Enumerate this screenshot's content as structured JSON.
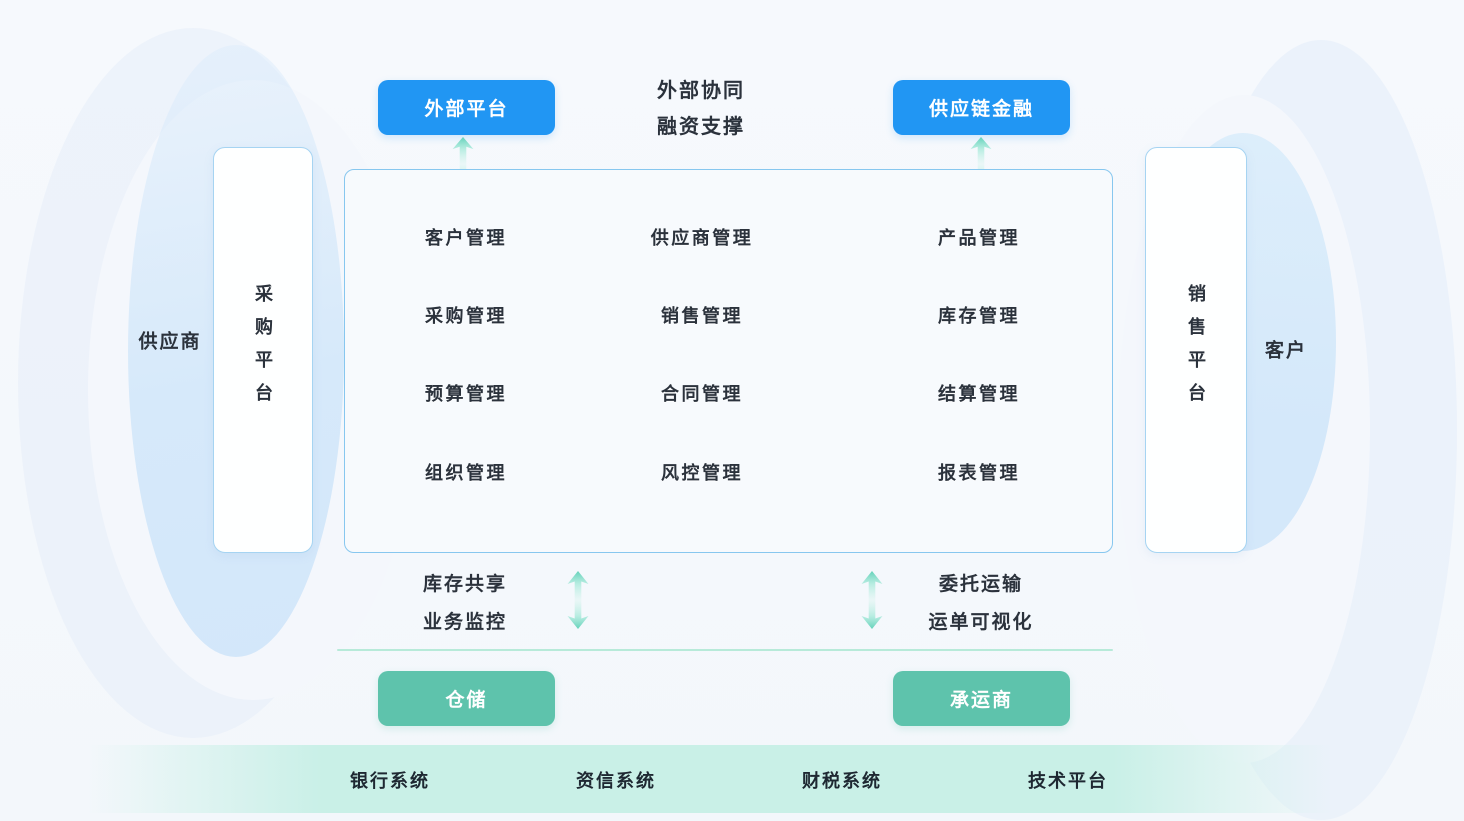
{
  "colors": {
    "accent_blue": "#2196f3",
    "accent_green": "#5ec3ac",
    "arrow_teal": "#63d2ba",
    "bar_mint": "#c9f0e7",
    "box_border_blue": "#87c7ef",
    "ink": "#2b323c"
  },
  "top": {
    "external_platform": "外部平台",
    "supply_chain_finance": "供应链金融",
    "note_line1": "外部协同",
    "note_line2": "融资支撑"
  },
  "left": {
    "supplier": "供应商",
    "procurement_platform": "采购平台"
  },
  "right": {
    "customer": "客户",
    "sales_platform": "销售平台"
  },
  "core": {
    "modules": [
      "客户管理",
      "供应商管理",
      "产品管理",
      "采购管理",
      "销售管理",
      "库存管理",
      "预算管理",
      "合同管理",
      "结算管理",
      "组织管理",
      "风控管理",
      "报表管理"
    ]
  },
  "logistics": {
    "inventory_line1": "库存共享",
    "inventory_line2": "业务监控",
    "transport_line1": "委托运输",
    "transport_line2": "运单可视化",
    "warehouse": "仓储",
    "carrier": "承运商"
  },
  "bottom_bar": {
    "items": [
      "银行系统",
      "资信系统",
      "财税系统",
      "技术平台"
    ]
  }
}
